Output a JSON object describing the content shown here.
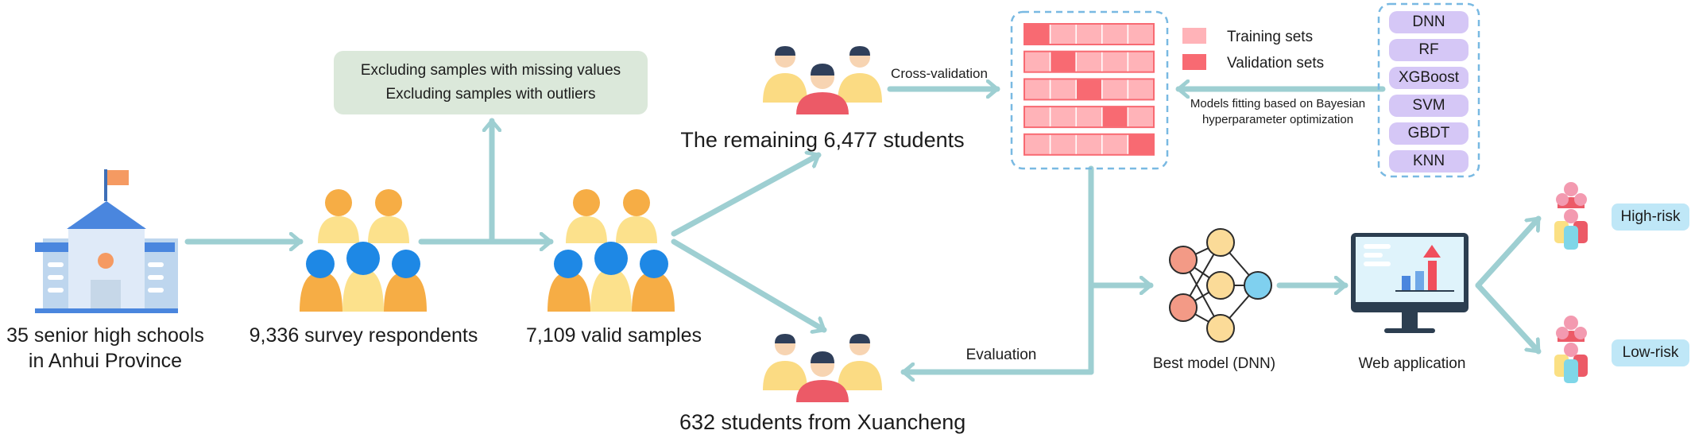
{
  "colors": {
    "arrow": "#9ecfd2",
    "training": "#ffb3b8",
    "validation": "#f86a72",
    "model_pill": "#d5c7f6",
    "risk_tag": "#bfe7f7",
    "filter_box": "#dbe8da",
    "dashed_border": "#79b9e2"
  },
  "flow": {
    "school_label_line1": "35 senior high schools",
    "school_label_line2": "in Anhui Province",
    "respondents_label": "9,336 survey respondents",
    "valid_label": "7,109 valid samples",
    "remaining_label": "The remaining 6,477 students",
    "xuancheng_label": "632 students from Xuancheng"
  },
  "filter": {
    "line1": "Excluding samples with missing values",
    "line2": "Excluding samples with outliers"
  },
  "cv": {
    "arrow_label": "Cross-validation",
    "legend_training": "Training sets",
    "legend_validation": "Validation sets",
    "folds": 5,
    "validation_fold_index": [
      0,
      1,
      2,
      3,
      4
    ]
  },
  "models": {
    "items": [
      "DNN",
      "RF",
      "XGBoost",
      "SVM",
      "GBDT",
      "KNN"
    ],
    "fit_label_line1": "Models fitting based on Bayesian",
    "fit_label_line2": "hyperparameter optimization"
  },
  "evaluation_label": "Evaluation",
  "best_model_label": "Best model (DNN)",
  "web_app_label": "Web application",
  "risk": {
    "high_label": "High-risk",
    "low_label": "Low-risk"
  }
}
